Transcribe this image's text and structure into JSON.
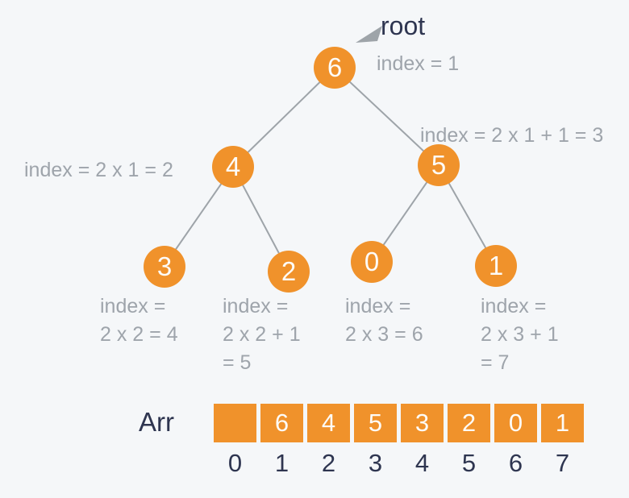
{
  "title": "Binary heap array index diagram",
  "colors": {
    "background": "#f5f7f9",
    "node_orange": "#f0922b",
    "text_navy": "#2e3550",
    "text_gray": "#9ea4ab",
    "edge_gray": "#9ea4a9",
    "node_text": "#fdfbf7"
  },
  "tree": {
    "root_pointer_label": "root",
    "nodes": [
      {
        "id": "root",
        "value": "6",
        "index_label": "index = 1"
      },
      {
        "id": "left",
        "value": "4",
        "index_label": "index = 2 x 1 = 2"
      },
      {
        "id": "right",
        "value": "5",
        "index_label": "index = 2 x 1 + 1 = 3"
      },
      {
        "id": "left-left",
        "value": "3",
        "index_label": "index =\n2 x 2 = 4"
      },
      {
        "id": "left-right",
        "value": "2",
        "index_label": "index =\n2 x 2 + 1\n= 5"
      },
      {
        "id": "right-left",
        "value": "0",
        "index_label": "index =\n2 x 3 = 6"
      },
      {
        "id": "right-right",
        "value": "1",
        "index_label": "index =\n2 x 3 + 1\n= 7"
      }
    ]
  },
  "array": {
    "label": "Arr",
    "cells": [
      "",
      "6",
      "4",
      "5",
      "3",
      "2",
      "0",
      "1"
    ],
    "indices": [
      "0",
      "1",
      "2",
      "3",
      "4",
      "5",
      "6",
      "7"
    ]
  }
}
